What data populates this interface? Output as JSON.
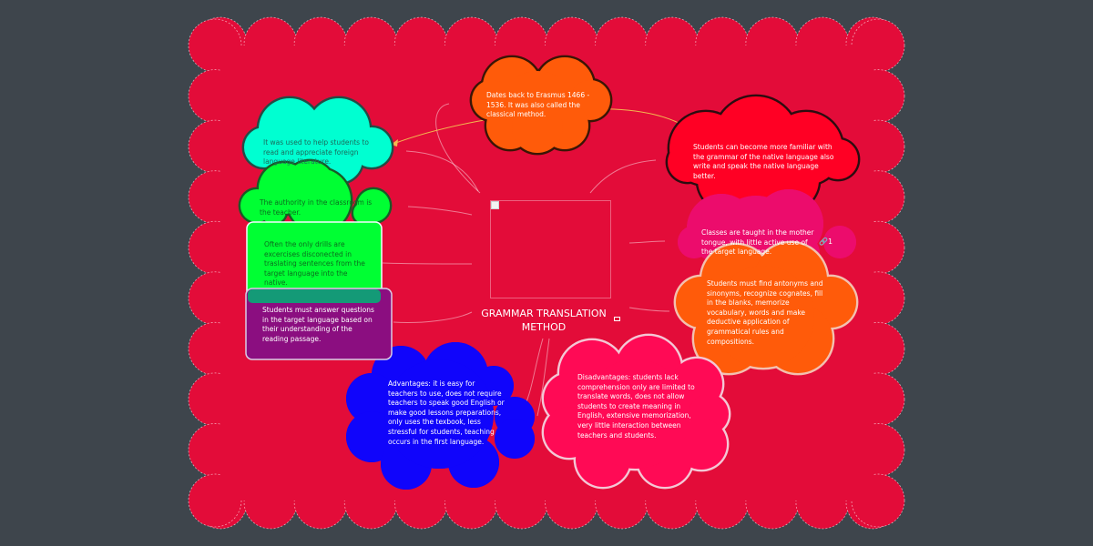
{
  "central": {
    "title": "GRAMMAR TRANSLATION METHOD",
    "image_icon": "image-icon"
  },
  "colors": {
    "background": "#3e454c",
    "board": "#e30c39",
    "teal": "#00ffd1",
    "green": "#00ff33",
    "purple": "#8b0e80",
    "orange": "#ff5b0a",
    "red": "#ff0024",
    "magenta": "#ec0c6c",
    "blue": "#1005fb",
    "pink": "#ff0a55"
  },
  "nodes": {
    "history": "Dates back to Erasmus 1466 - 1536. It was also called the classical method.",
    "purpose": "It was used to help students to read and appreciate foreign language literature.",
    "authority": "The authority in the classroom is the teacher.",
    "drills": "Often the only drills are excercises disconected in traslating sentences from the target language into the native.",
    "questions": "Students must answer questions in the target language based on their understanding of the reading passage.",
    "grammar": "Students can become more familiar with the grammar of the native language also write and speak the native language better.",
    "mother_tongue": "Classes are taught in the mother tongue, with little active use of the target language.",
    "mother_tongue_links": "1",
    "antonyms": "Students must find antonyms and sinonyms, recognize cognates, fill in the blanks, memorize vocabulary, words and make deductive application of grammatical rules and compositions.",
    "advantages": "Advantages: it is easy for teachers to use, does not require teachers to speak good English or make good lessons preparations, only uses the texbook, less stressful for students, teaching occurs in the first language.",
    "disadvantages": "Disadvantages: students lack comprehension only are limited to translate words, does not allow students to create meaning in English, extensive memorization, very little interaction between teachers and students."
  }
}
